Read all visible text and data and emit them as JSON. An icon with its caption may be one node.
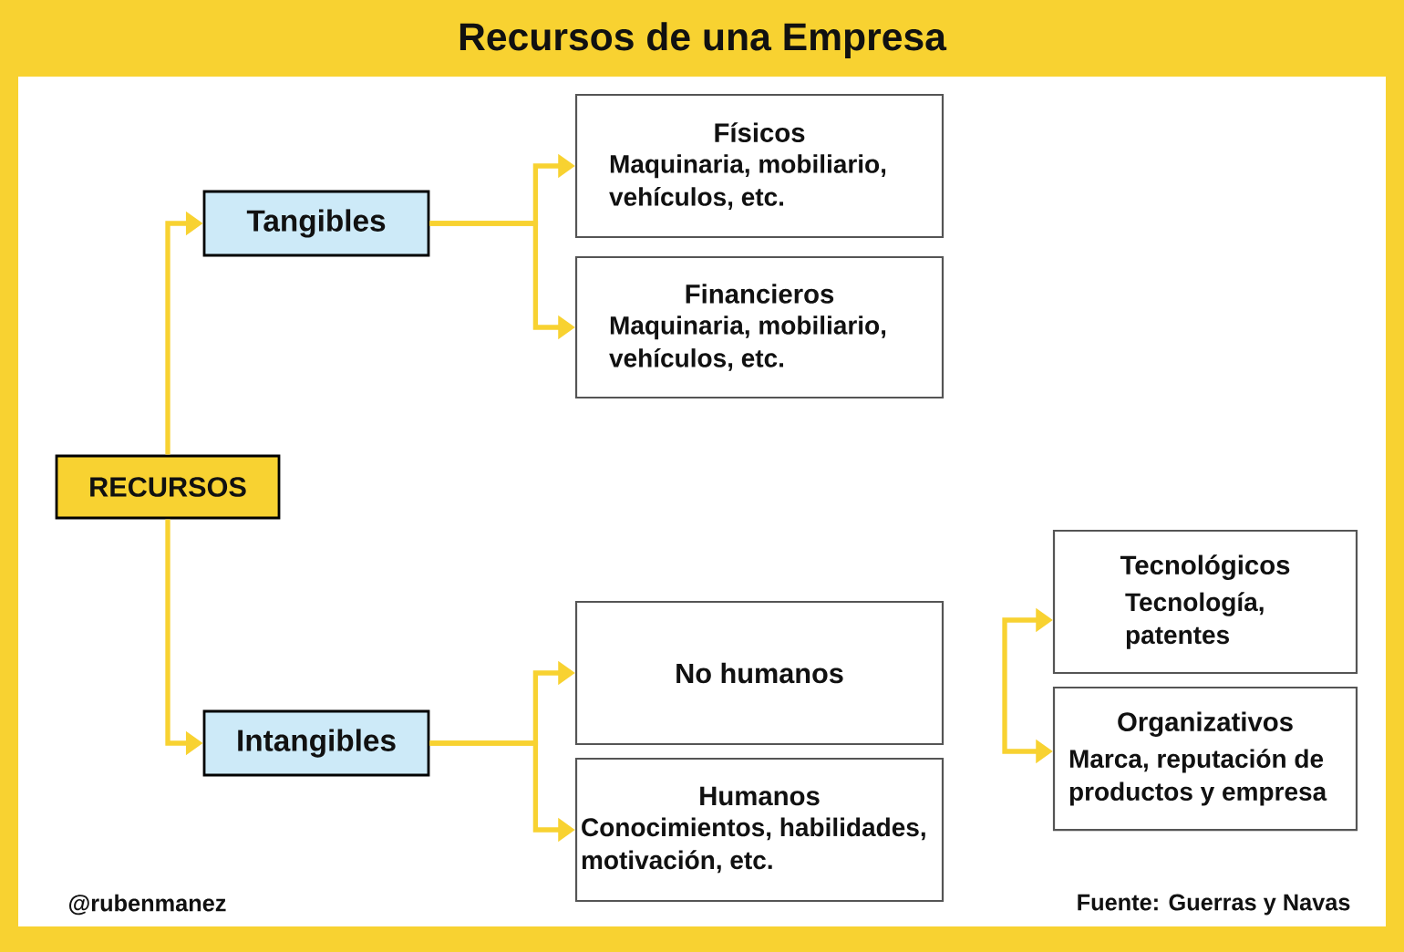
{
  "diagram": {
    "title": "Recursos de una Empresa",
    "nodes": [
      {
        "text": [
          "RECURSOS"
        ]
      },
      {
        "text": [
          "Tangibles"
        ]
      },
      {
        "text": [
          "Intangibles"
        ]
      },
      {
        "text": [
          "Físicos",
          "Maquinaria, mobiliario, vehículos, etc."
        ]
      },
      {
        "text": [
          "Financieros",
          "Maquinaria, mobiliario, vehículos, etc."
        ]
      },
      {
        "text": [
          "No humanos"
        ]
      },
      {
        "text": [
          "Humanos",
          "Conocimientos, habilidades, motivación, etc."
        ]
      },
      {
        "text": [
          "Tecnológicos",
          "Tecnología, patentes"
        ]
      },
      {
        "text": [
          "Organizativos",
          "Marca, reputación de productos y empresa"
        ]
      }
    ],
    "edges": [
      {
        "from": 0,
        "to": 1,
        "arrow": "to"
      },
      {
        "from": 0,
        "to": 2,
        "arrow": "to"
      },
      {
        "from": 1,
        "to": 3,
        "arrow": "to"
      },
      {
        "from": 1,
        "to": 4,
        "arrow": "to"
      },
      {
        "from": 2,
        "to": 5,
        "arrow": "to"
      },
      {
        "from": 2,
        "to": 6,
        "arrow": "to"
      },
      {
        "from": null,
        "to": 7,
        "arrow": "to"
      },
      {
        "from": null,
        "to": 8,
        "arrow": "to"
      }
    ],
    "labels": [
      "@rubenmanez",
      "Fuente: Guerras y Navas"
    ]
  }
}
